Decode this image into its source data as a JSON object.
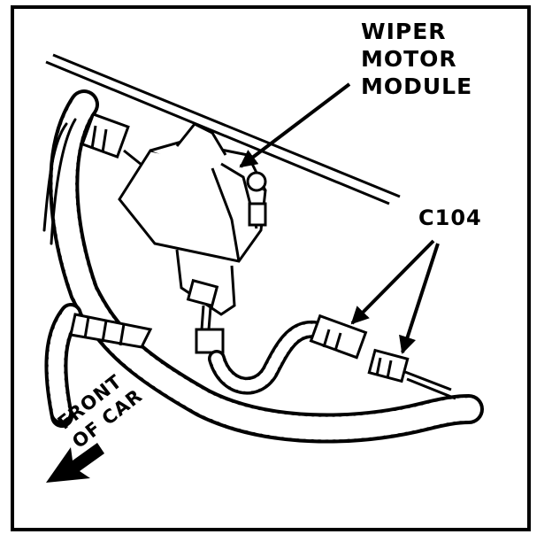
{
  "labels": {
    "module_line1": "WIPER",
    "module_line2": "MOTOR",
    "module_line3": "MODULE",
    "connector": "C104",
    "direction_line1": "FRONT",
    "direction_line2": "OF CAR"
  }
}
